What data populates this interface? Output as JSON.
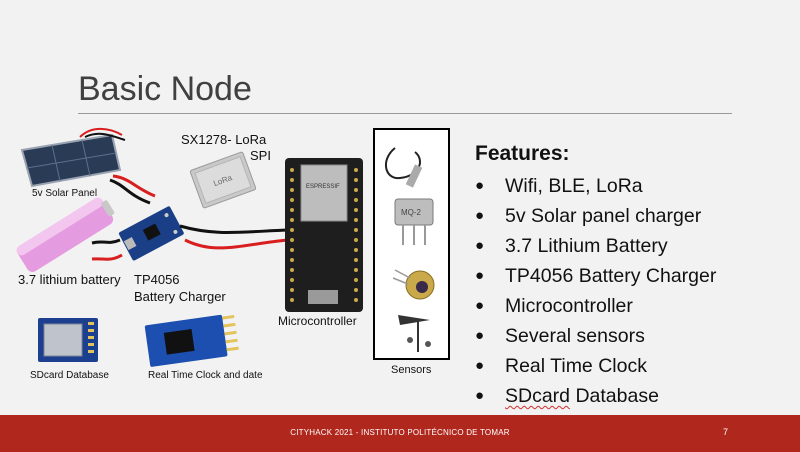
{
  "slide": {
    "title": "Basic Node",
    "footer": "CITYHACK 2021 - INSTITUTO POLITÉCNICO DE TOMAR",
    "page_number": "7"
  },
  "diagram": {
    "solar_panel": "5v Solar Panel",
    "battery": "3.7 lithium battery",
    "lora_line1": "SX1278- LoRa",
    "lora_line2": "SPI",
    "charger_line1": "TP4056",
    "charger_line2": "Battery Charger",
    "microcontroller": "Microcontroller",
    "sd_card": "SDcard Database",
    "rtc": "Real Time Clock and date",
    "sensors": "Sensors",
    "esp_chip": "ESPRESSIF",
    "lora_chip": "LoRa",
    "mq_sensor": "MQ-2"
  },
  "features": {
    "heading": "Features:",
    "items": [
      "Wifi, BLE, LoRa",
      "5v Solar panel charger",
      "3.7 Lithium Battery",
      "TP4056 Battery Charger",
      "Microcontroller",
      "Several sensors",
      "Real Time Clock"
    ],
    "last_item_word": "SDcard",
    "last_item_rest": " Database"
  }
}
